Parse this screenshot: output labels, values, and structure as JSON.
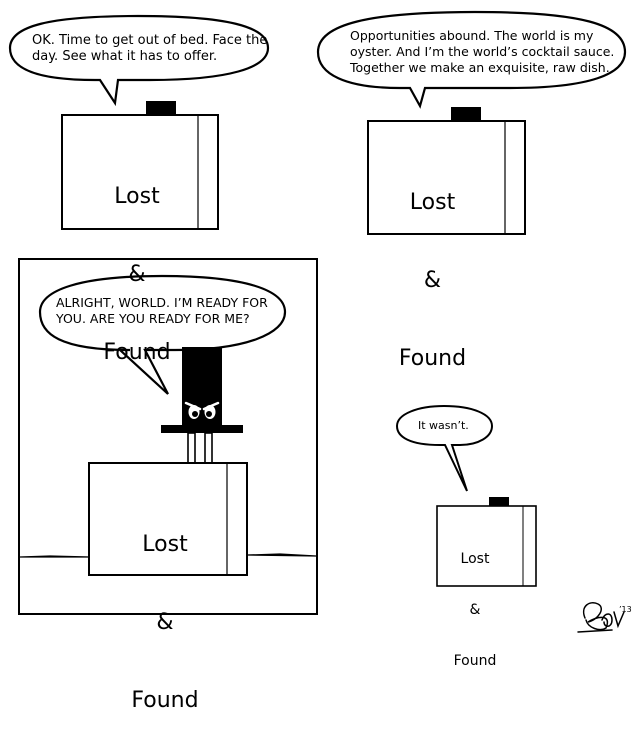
{
  "colors": {
    "ink": "#000000",
    "paper": "#ffffff"
  },
  "panels": [
    {
      "speech": "OK. Time to get out of bed. Face the\nday. See what it has to offer.",
      "box_label": {
        "line1": "Lost",
        "line2": "&",
        "line3": "Found"
      }
    },
    {
      "speech": "Opportunities abound. The world is my\noyster. And I’m the world’s cocktail sauce.\nTogether we make an exquisite, raw dish.",
      "box_label": {
        "line1": "Lost",
        "line2": "&",
        "line3": "Found"
      }
    },
    {
      "speech": "ALRIGHT, WORLD. I’M READY FOR\nYOU. ARE YOU READY FOR ME?",
      "box_label": {
        "line1": "Lost",
        "line2": "&",
        "line3": "Found"
      }
    },
    {
      "speech": "It wasn’t.",
      "box_label": {
        "line1": "Lost",
        "line2": "&",
        "line3": "Found"
      }
    }
  ],
  "signature": "Bov ’13"
}
